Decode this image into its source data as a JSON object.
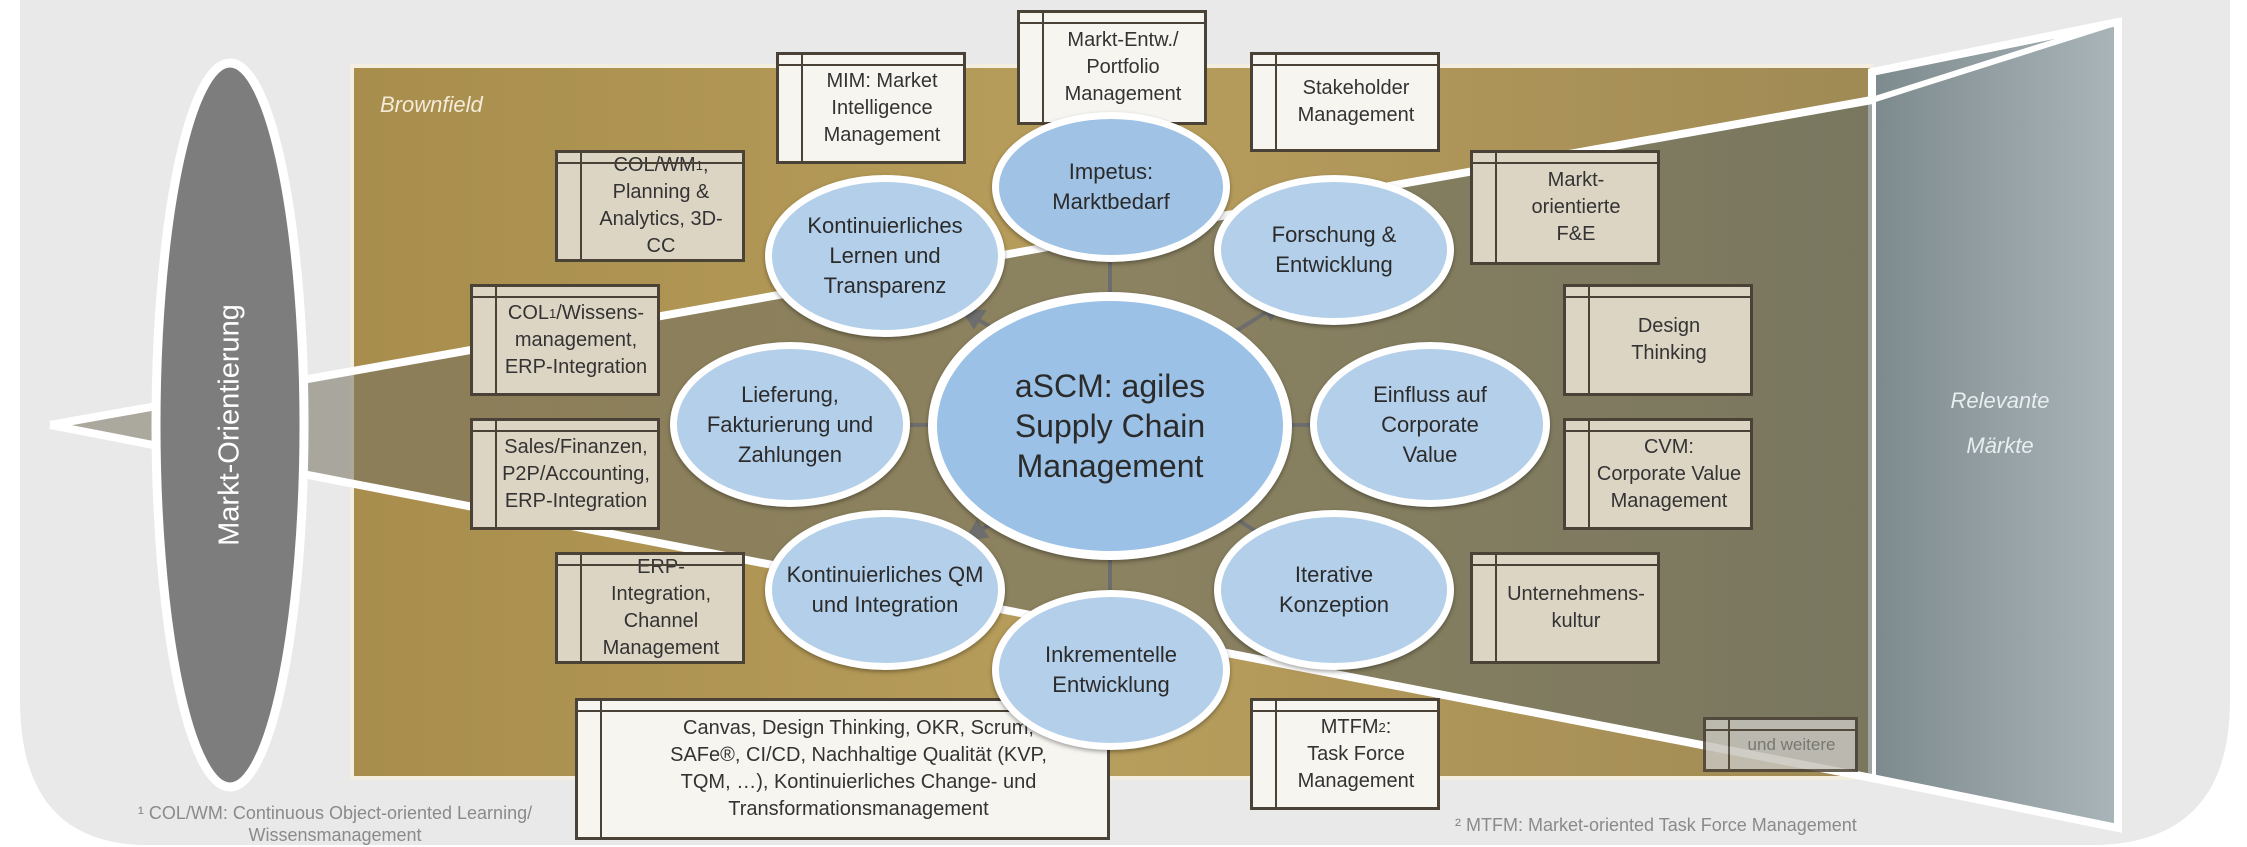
{
  "colors": {
    "field": "#b59a55",
    "ellipse": "#b4cfe9",
    "center": "#9bc1e6",
    "box": "#ddd5c4",
    "left_oval": "#7d7d7d"
  },
  "brownfield": "Brownfield",
  "left_oval": "Markt-Orientierung",
  "right_label": "Relevante\nMärkte",
  "center": "aSCM: agiles\nSupply Chain\nManagement",
  "ellipses": {
    "impetus": "Impetus:\nMarktbedarf",
    "forschung": "Forschung &\nEntwicklung",
    "einfluss": "Einfluss auf\nCorporate\nValue",
    "iterative": "Iterative\nKonzeption",
    "inkrementelle": "Inkrementelle\nEntwicklung",
    "qm": "Kontinuierliches QM\nund Integration",
    "lieferung": "Lieferung,\nFakturierung und\nZahlungen",
    "lernen": "Kontinuierliches\nLernen und\nTransparenz"
  },
  "boxes": {
    "markt_entw": "Markt-Entw./\nPortfolio\nManagement",
    "mim": "MIM: Market\nIntelligence\nManagement",
    "stakeholder": "Stakeholder\nManagement",
    "col_wm_prefix": "COL/WM",
    "col_wm_sup": "1",
    "col_wm_rest": ",\nPlanning &\nAnalytics, 3D-CC",
    "markt_fe": "Markt-\norientierte\nF&E",
    "col_wissen_prefix": "COL",
    "col_wissen_sup": "1",
    "col_wissen_rest": "/Wissens-\nmanagement,\nERP-Integration",
    "design": "Design\nThinking",
    "sales": "Sales/Finanzen,\nP2P/Accounting,\nERP-Integration",
    "cvm": "CVM:\nCorporate Value\nManagement",
    "erp_channel": "ERP-Integration,\nChannel\nManagement",
    "unternehmen": "Unternehmens-\nkultur",
    "canvas": "Canvas, Design Thinking, OKR, Scrum,\nSAFe®, CI/CD, Nachhaltige Qualität (KVP,\nTQM, …), Kontinuierliches Change- und\nTransformationsmanagement",
    "mtfm_prefix": "MTFM",
    "mtfm_sup": "2",
    "mtfm_rest": ":\nTask Force\nManagement",
    "und_weitere": "und weitere"
  },
  "footnotes": {
    "f1": "¹ COL/WM: Continuous Object-oriented Learning/\nWissensmanagement",
    "f2": "² MTFM: Market-oriented Task Force Management"
  }
}
